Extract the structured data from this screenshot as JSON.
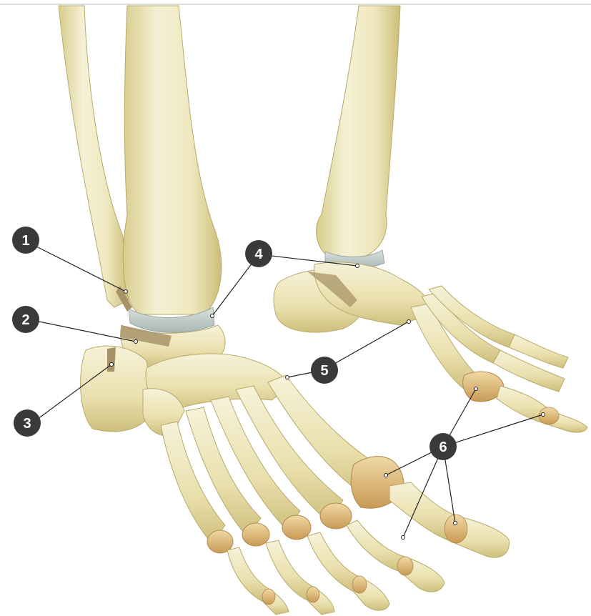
{
  "callouts": [
    {
      "id": "c1",
      "label": "1"
    },
    {
      "id": "c2",
      "label": "2"
    },
    {
      "id": "c3",
      "label": "3"
    },
    {
      "id": "c4",
      "label": "4"
    },
    {
      "id": "c5",
      "label": "5"
    },
    {
      "id": "c6",
      "label": "6"
    }
  ],
  "colors": {
    "background": "#ffffff",
    "bone_light": "#f3efd0",
    "bone_mid": "#e6dca6",
    "bone_shadow": "#cfc27d",
    "cartilage": "#bfc9c8",
    "joint_tan": "#d9b36e",
    "ligament": "#a89368",
    "callout_fill": "#3a3a3a",
    "callout_text": "#ffffff",
    "leader_line": "#222222"
  }
}
